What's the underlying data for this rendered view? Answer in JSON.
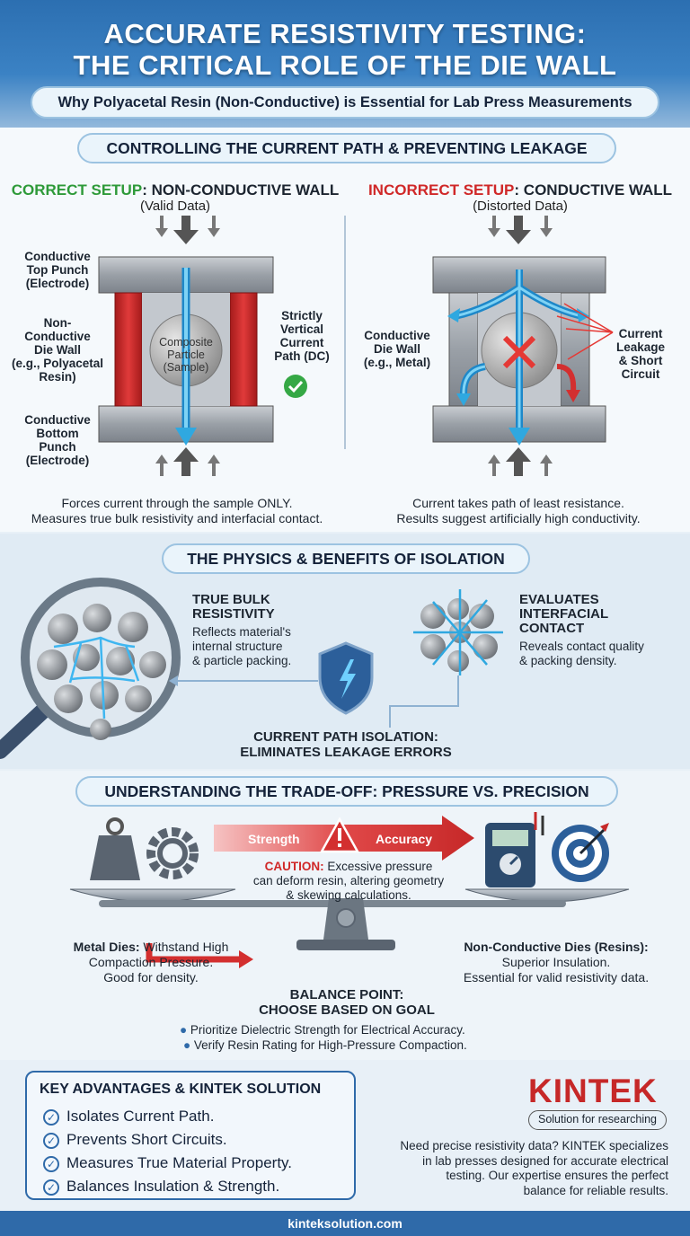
{
  "header": {
    "title_line1": "ACCURATE RESISTIVITY TESTING:",
    "title_line2": "THE CRITICAL ROLE OF THE DIE WALL",
    "subtitle": "Why Polyacetal Resin (Non-Conductive) is Essential for Lab Press Measurements"
  },
  "section1": {
    "heading": "CONTROLLING THE CURRENT PATH & PREVENTING LEAKAGE",
    "correct": {
      "title_colored": "CORRECT SETUP",
      "title_rest": ": NON-CONDUCTIVE WALL",
      "subtitle": "(Valid Data)",
      "label_top_punch": "Conductive\nTop Punch\n(Electrode)",
      "label_die_wall": "Non-\nConductive\nDie Wall\n(e.g., Polyacetal\nResin)",
      "label_bottom_punch": "Conductive\nBottom\nPunch\n(Electrode)",
      "label_sample": "Composite\nParticle\n(Sample)",
      "label_path": "Strictly\nVertical\nCurrent\nPath (DC)",
      "caption_line1": "Forces current through the sample ONLY.",
      "caption_line2": "Measures true bulk resistivity and interfacial contact."
    },
    "incorrect": {
      "title_colored": "INCORRECT SETUP",
      "title_rest": ": CONDUCTIVE WALL",
      "subtitle": "(Distorted Data)",
      "label_die_wall": "Conductive\nDie Wall\n(e.g., Metal)",
      "label_leakage": "Current\nLeakage\n& Short\nCircuit",
      "caption_line1": "Current takes path of least resistance.",
      "caption_line2": "Results suggest artificially high conductivity."
    }
  },
  "section2": {
    "heading": "THE PHYSICS & BENEFITS OF ISOLATION",
    "bulk_title": "TRUE BULK\nRESISTIVITY",
    "bulk_text": "Reflects material's\ninternal structure\n& particle packing.",
    "contact_title": "EVALUATES\nINTERFACIAL\nCONTACT",
    "contact_text": "Reveals contact quality\n& packing density.",
    "isolation_line1": "CURRENT PATH ISOLATION:",
    "isolation_line2": "ELIMINATES LEAKAGE ERRORS"
  },
  "section3": {
    "heading": "UNDERSTANDING THE TRADE-OFF: PRESSURE VS. PRECISION",
    "arrow_left": "Strength",
    "arrow_right": "Accuracy",
    "caution_label": "CAUTION:",
    "caution_text1": " Excessive pressure",
    "caution_text2": "can deform resin, altering geometry",
    "caution_text3": "& skewing calculations.",
    "metal_bold": "Metal Dies:",
    "metal_text1": " Withstand High",
    "metal_text2": "Compaction Pressure.",
    "metal_text3": "Good for density.",
    "resin_bold": "Non-Conductive Dies (Resins):",
    "resin_text1": "Superior Insulation.",
    "resin_text2": "Essential for valid resistivity data.",
    "balance_line1": "BALANCE POINT:",
    "balance_line2": "CHOOSE BASED ON GOAL",
    "bullets": [
      "Prioritize Dielectric Strength for Electrical Accuracy.",
      "Verify Resin Rating for High-Pressure Compaction."
    ]
  },
  "advantages": {
    "title": "KEY ADVANTAGES & KINTEK SOLUTION",
    "items": [
      "Isolates Current Path.",
      "Prevents Short Circuits.",
      "Measures True Material Property.",
      "Balances Insulation & Strength."
    ]
  },
  "brand": {
    "logo": "KINTEK",
    "tagline": "Solution for researching",
    "pitch": "Need precise resistivity data? KINTEK specializes\nin lab presses designed for accurate electrical\ntesting. Our expertise ensures the perfect\nbalance for reliable results."
  },
  "footer": {
    "url": "kinteksolution.com"
  },
  "colors": {
    "primary": "#2f6aa9",
    "correct": "#2e9a39",
    "incorrect": "#d02828",
    "current": "#2fa8e0",
    "resin": "#c62828"
  }
}
